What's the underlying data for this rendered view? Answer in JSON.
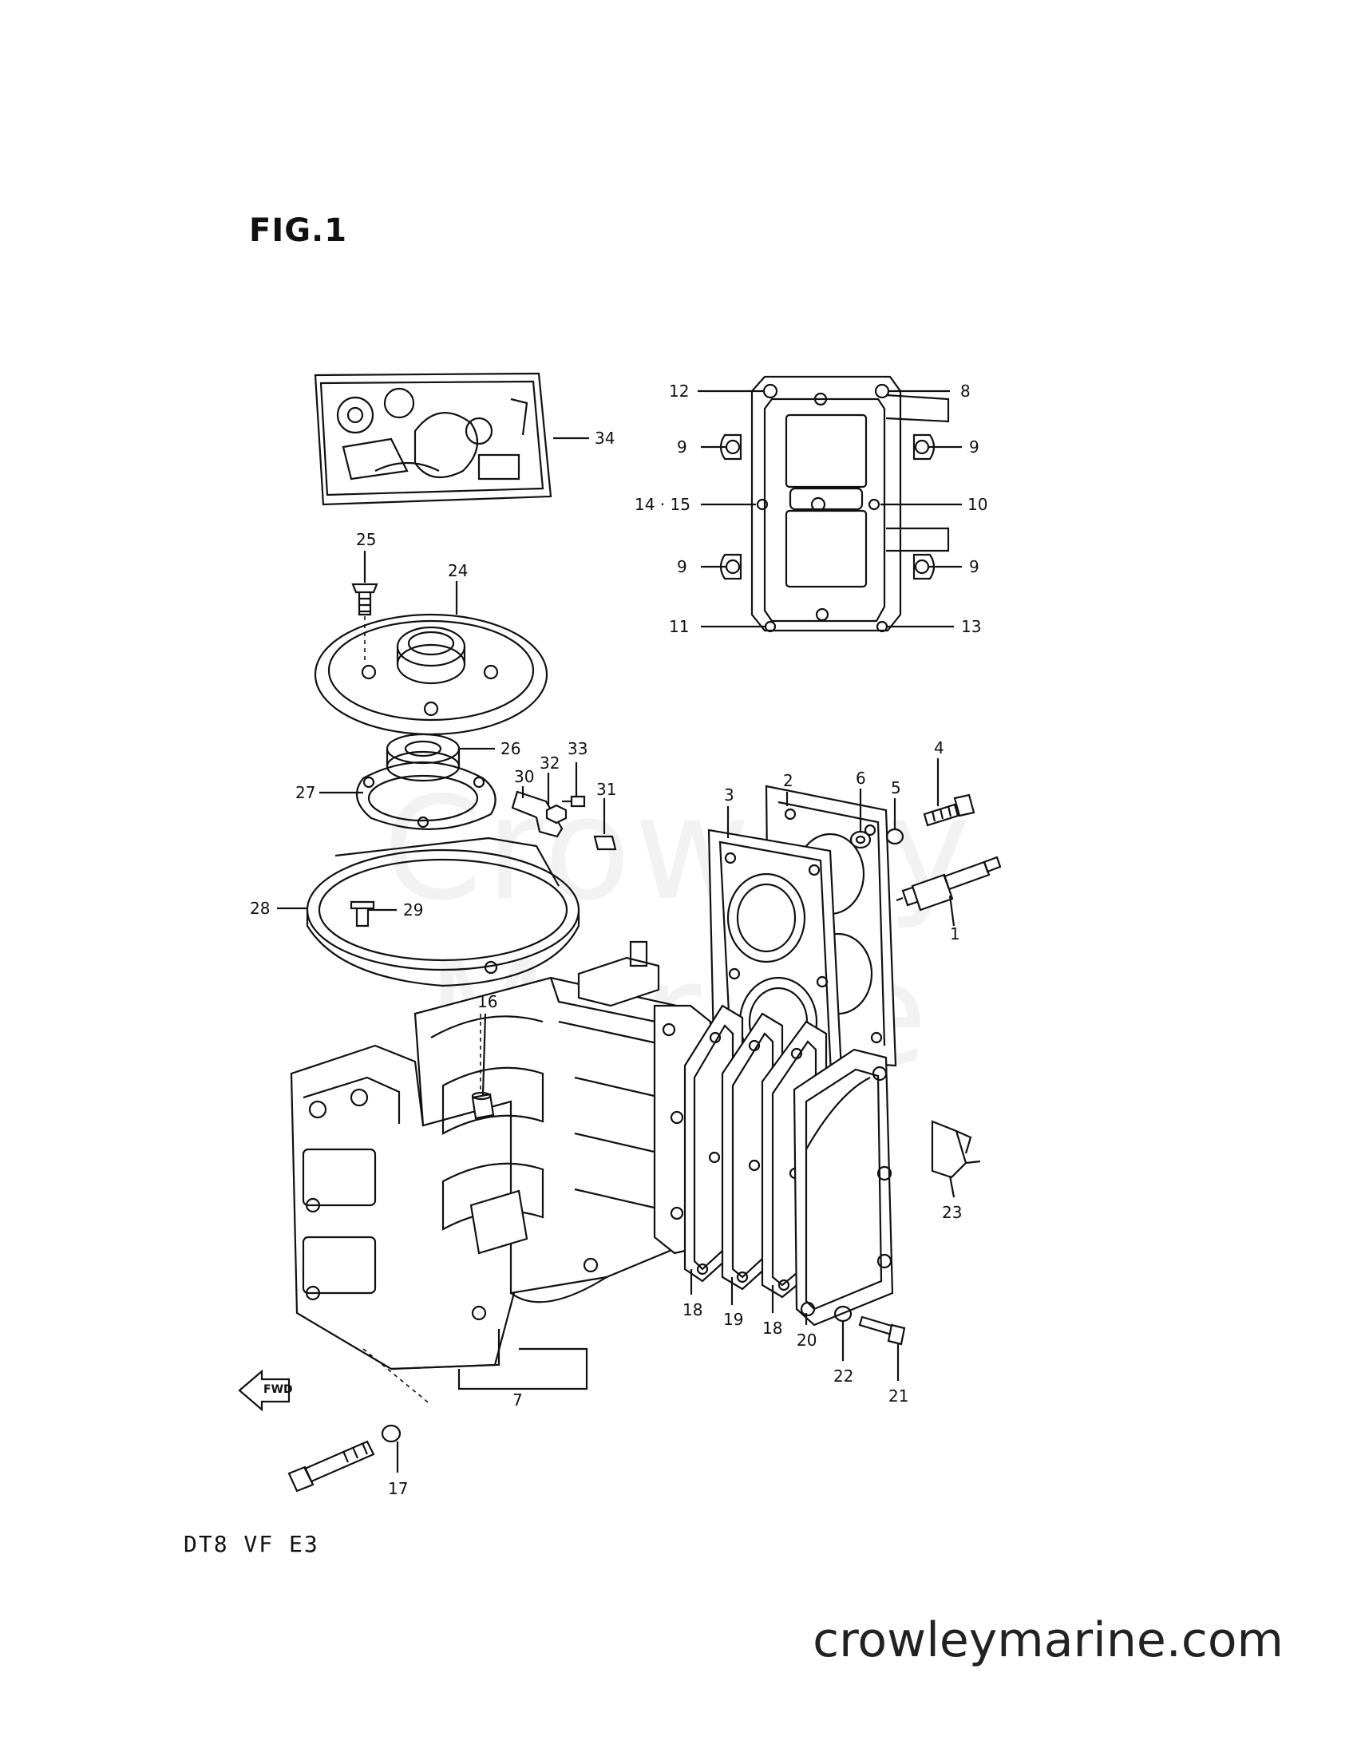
{
  "figure": {
    "title": "FIG.1",
    "model_code": "DT8  VF  E3",
    "fwd_label": "FWD",
    "watermark": "Crowley Marine",
    "website": "crowleymarine.com"
  },
  "callouts": [
    {
      "id": "c1",
      "label": "1"
    },
    {
      "id": "c2",
      "label": "2"
    },
    {
      "id": "c3",
      "label": "3"
    },
    {
      "id": "c4",
      "label": "4"
    },
    {
      "id": "c5",
      "label": "5"
    },
    {
      "id": "c6",
      "label": "6"
    },
    {
      "id": "c7",
      "label": "7"
    },
    {
      "id": "c8",
      "label": "8"
    },
    {
      "id": "c9a",
      "label": "9"
    },
    {
      "id": "c9b",
      "label": "9"
    },
    {
      "id": "c9c",
      "label": "9"
    },
    {
      "id": "c9d",
      "label": "9"
    },
    {
      "id": "c10",
      "label": "10"
    },
    {
      "id": "c11",
      "label": "11"
    },
    {
      "id": "c12",
      "label": "12"
    },
    {
      "id": "c13",
      "label": "13"
    },
    {
      "id": "c1415",
      "label": "14 · 15"
    },
    {
      "id": "c16",
      "label": "16"
    },
    {
      "id": "c17",
      "label": "17"
    },
    {
      "id": "c18a",
      "label": "18"
    },
    {
      "id": "c18b",
      "label": "18"
    },
    {
      "id": "c19",
      "label": "19"
    },
    {
      "id": "c20",
      "label": "20"
    },
    {
      "id": "c21",
      "label": "21"
    },
    {
      "id": "c22",
      "label": "22"
    },
    {
      "id": "c23",
      "label": "23"
    },
    {
      "id": "c24",
      "label": "24"
    },
    {
      "id": "c25",
      "label": "25"
    },
    {
      "id": "c26",
      "label": "26"
    },
    {
      "id": "c27",
      "label": "27"
    },
    {
      "id": "c28",
      "label": "28"
    },
    {
      "id": "c29",
      "label": "29"
    },
    {
      "id": "c30",
      "label": "30"
    },
    {
      "id": "c31",
      "label": "31"
    },
    {
      "id": "c32",
      "label": "32"
    },
    {
      "id": "c33",
      "label": "33"
    },
    {
      "id": "c34",
      "label": "34"
    }
  ]
}
